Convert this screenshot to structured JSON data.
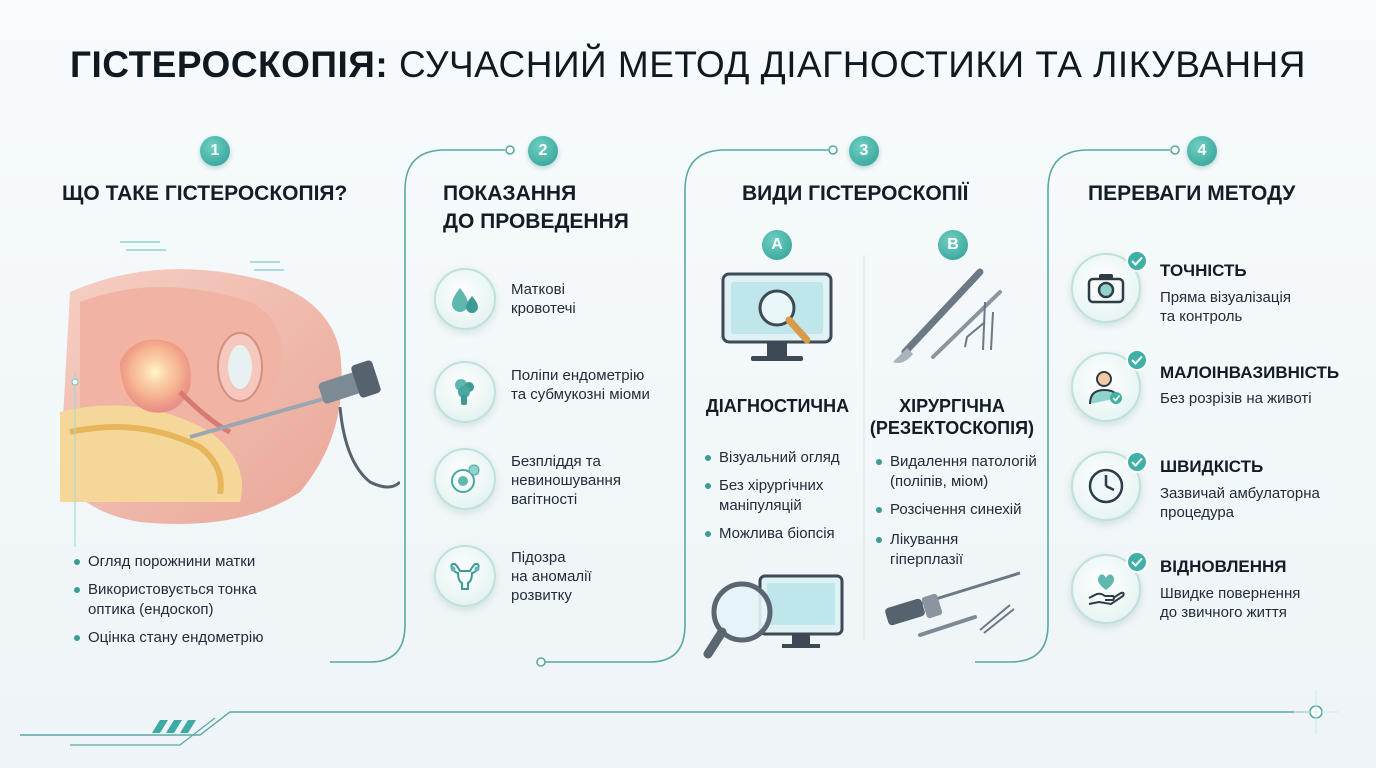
{
  "title": {
    "bold": "ГІСТЕРОСКОПІЯ:",
    "rest": "СУЧАСНИЙ МЕТОД ДІАГНОСТИКИ ТА ЛІКУВАННЯ"
  },
  "colors": {
    "accent": "#3a9c95",
    "line": "#5aa9a4",
    "text": "#141c26"
  },
  "section1": {
    "number": "1",
    "heading": "ЩО ТАКЕ ГІСТЕРОСКОПІЯ?",
    "bullets": [
      "Огляд порожнини матки",
      "Використовується тонка",
      "оптика (ендоскоп)",
      "Оцінка стану ендометрію"
    ]
  },
  "section2": {
    "number": "2",
    "heading_line1": "ПОКАЗАННЯ",
    "heading_line2": "ДО ПРОВЕДЕННЯ",
    "items": [
      {
        "icon": "droplets-icon",
        "lines": [
          "Маткові",
          "кровотечі"
        ]
      },
      {
        "icon": "polyp-icon",
        "lines": [
          "Поліпи ендометрію",
          "та субмукозні міоми"
        ]
      },
      {
        "icon": "fertility-icon",
        "lines": [
          "Безпліддя та",
          "невиношування",
          "вагітності"
        ]
      },
      {
        "icon": "uterus-icon",
        "lines": [
          "Підозра",
          "на аномалії",
          "розвитку"
        ]
      }
    ]
  },
  "section3": {
    "number": "3",
    "heading": "ВИДИ ГІСТЕРОСКОПІЇ",
    "typeA": {
      "letter": "A",
      "title": "ДІАГНОСТИЧНА",
      "bullets": [
        "Візуальний огляд",
        "Без хірургічних",
        "маніпуляцій",
        "Можлива біопсія"
      ]
    },
    "typeB": {
      "letter": "B",
      "title_line1": "ХІРУРГІЧНА",
      "title_line2": "(РЕЗЕКТОСКОПІЯ)",
      "bullets": [
        "Видалення патологій",
        "(поліпів, міом)",
        "Розсічення синехій",
        "Лікування",
        "гіперплазії"
      ]
    }
  },
  "section4": {
    "number": "4",
    "heading": "ПЕРЕВАГИ МЕТОДУ",
    "items": [
      {
        "icon": "camera-icon",
        "title": "ТОЧНІСТЬ",
        "lines": [
          "Пряма візуалізація",
          "та контроль"
        ]
      },
      {
        "icon": "person-icon",
        "title": "МАЛОІНВАЗИВНІСТЬ",
        "lines": [
          "Без розрізів на животі"
        ]
      },
      {
        "icon": "clock-icon",
        "title": "ШВИДКІСТЬ",
        "lines": [
          "Зазвичай амбулаторна",
          "процедура"
        ]
      },
      {
        "icon": "heart-hand-icon",
        "title": "ВІДНОВЛЕННЯ",
        "lines": [
          "Швидке повернення",
          "до звичного життя"
        ]
      }
    ]
  }
}
